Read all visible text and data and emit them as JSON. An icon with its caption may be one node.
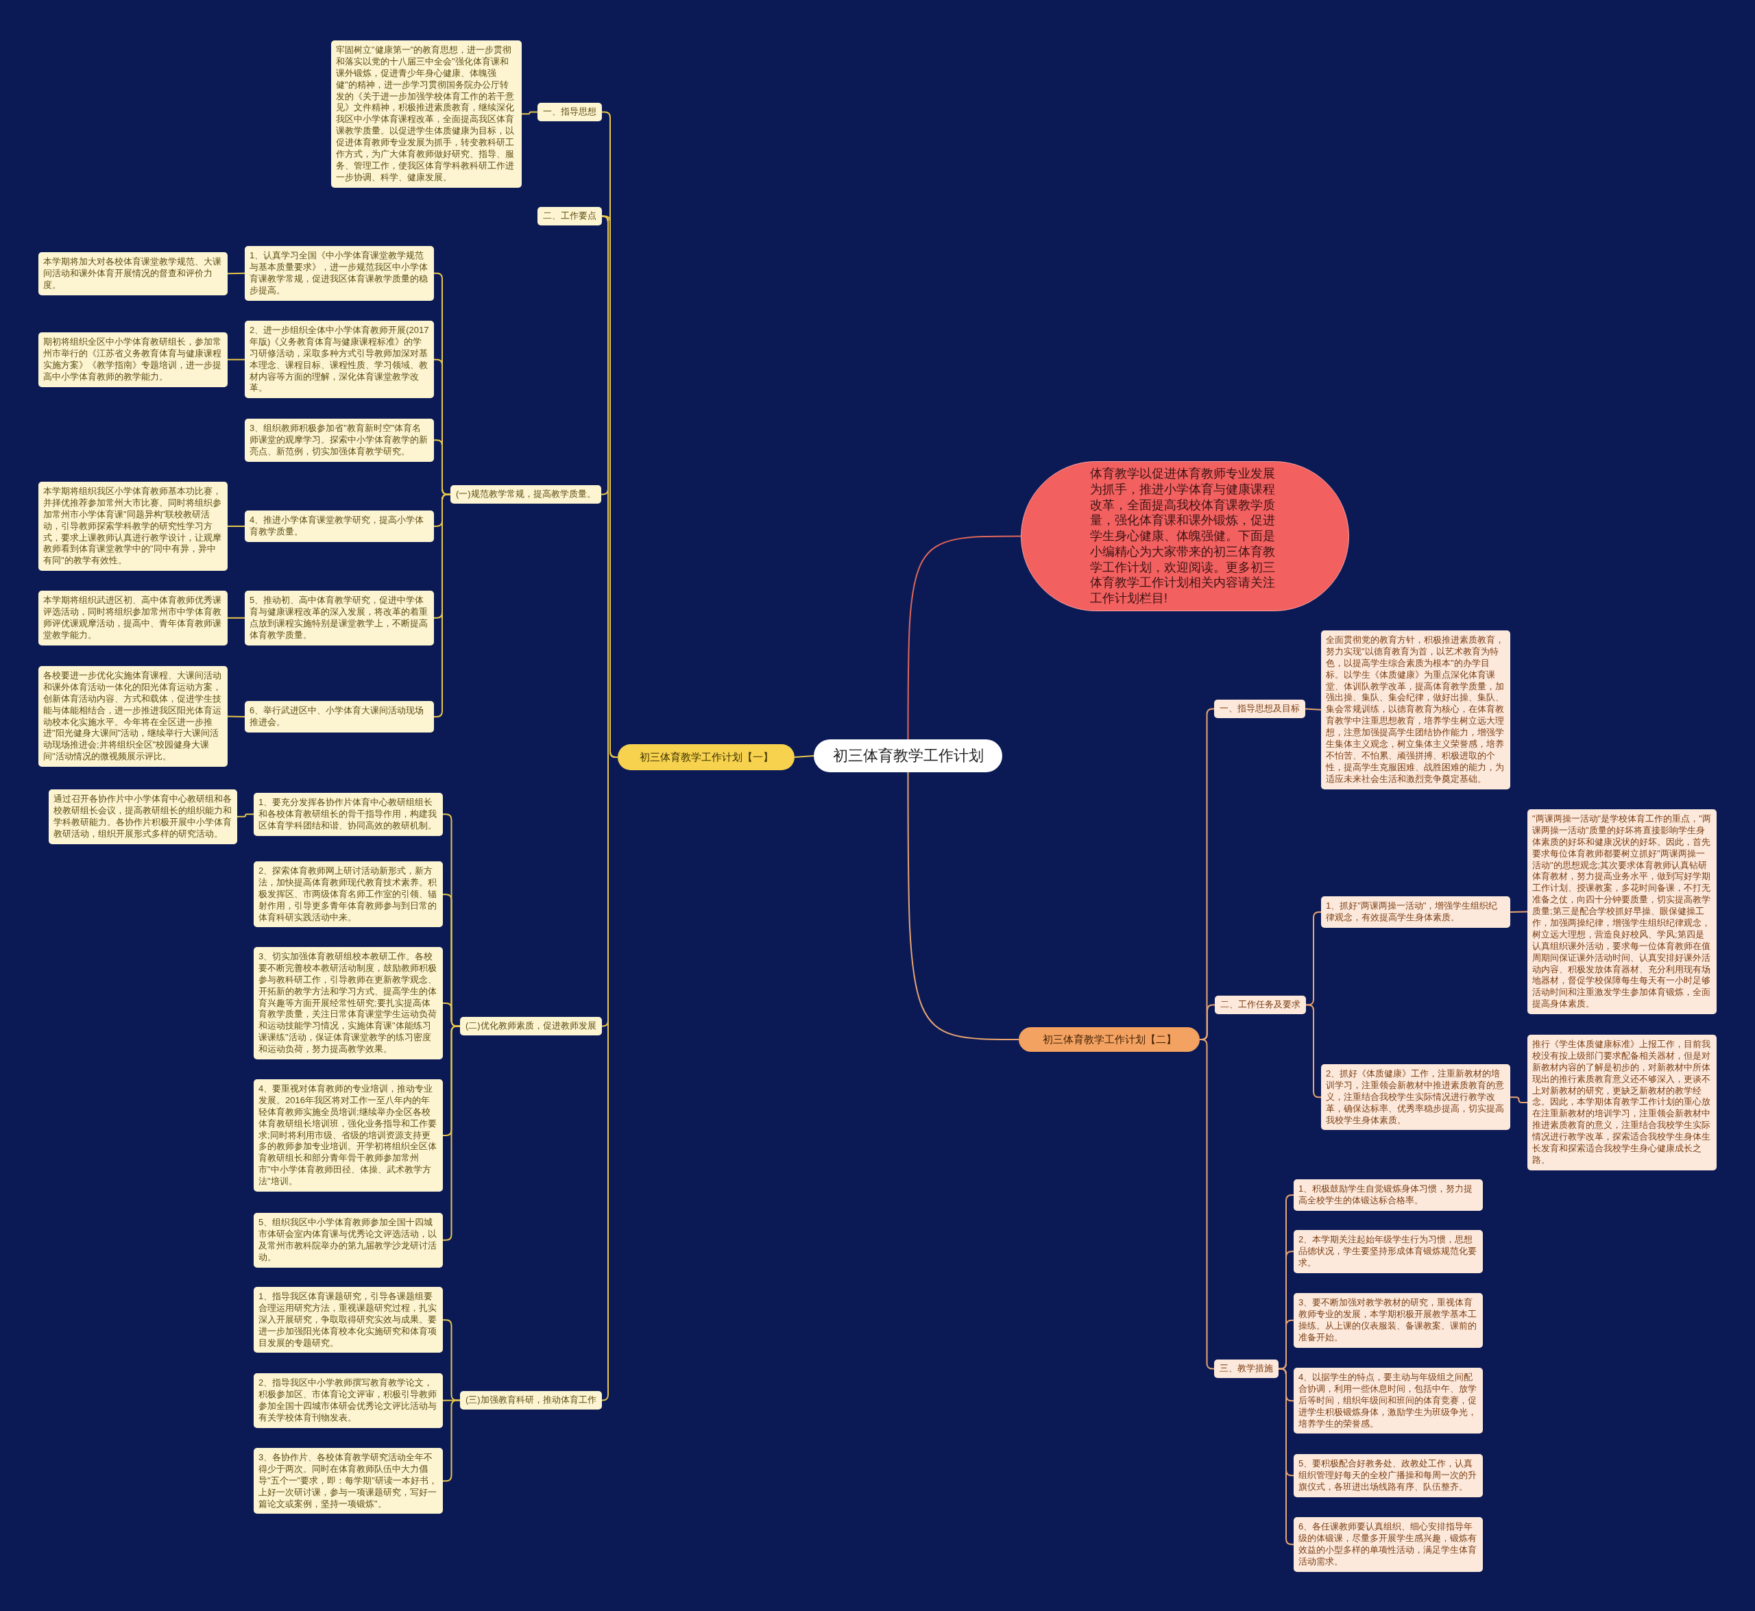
{
  "diagram": {
    "nodes": [
      {
        "text": [
          "初三体育教学工作计划"
        ]
      },
      {
        "text": [
          "体育教学以促进体育教师专业发展为抓手，推进小学体育与健康课程改革，全面提高我校体育课教学质量，强化体育课和课外锻炼，促进学生身心健康、体魄强健。下面是小编精心为大家带来的初三体育教学工作计划，欢迎阅读。更多初三体育教学工作计划相关内容请关注工作计划栏目!"
        ]
      },
      {
        "text": [
          "初三体育教学工作计划【一】"
        ]
      },
      {
        "text": [
          "一、指导思想"
        ]
      },
      {
        "text": [
          "牢固树立\"健康第一\"的教育思想，进一步贯彻和落实以党的十八届三中全会\"强化体育课和课外锻炼，促进青少年身心健康、体魄强健\"的精神，进一步学习贯彻国务院办公厅转发的《关于进一步加强学校体育工作的若干意见》文件精神，积极推进素质教育，继续深化我区中小学体育课程改革，全面提高我区体育课教学质量。以促进学生体质健康为目标，以促进体育教师专业发展为抓手，转变教科研工作方式，为广大体育教师做好研究、指导、服务、管理工作，使我区体育学科教科研工作进一步协调、科学、健康发展。"
        ]
      },
      {
        "text": [
          "二、工作要点"
        ]
      },
      {
        "text": [
          "(一)规范教学常规，提高教学质量。"
        ]
      },
      {
        "text": [
          "1、认真学习全国《中小学体育课堂教学规范与基本质量要求》，进一步规范我区中小学体育课教学常规，促进我区体育课教学质量的稳步提高。"
        ]
      },
      {
        "text": [
          "本学期将加大对各校体育课堂教学规范、大课间活动和课外体育开展情况的督查和评价力度。"
        ]
      },
      {
        "text": [
          "2、进一步组织全体中小学体育教师开展(2017年版)《义务教育体育与健康课程标准》的学习研修活动，采取多种方式引导教师加深对基本理念、课程目标、课程性质、学习领域、教材内容等方面的理解，深化体育课堂教学改革。"
        ]
      },
      {
        "text": [
          "期初将组织全区中小学体育教研组长，参加常州市举行的《江苏省义务教育体育与健康课程实施方案》《教学指南》专题培训，进一步提高中小学体育教师的教学能力。"
        ]
      },
      {
        "text": [
          "3、组织教师积极参加省\"教育新时空\"体育名师课堂的观摩学习。探索中小学体育教学的新亮点、新范例，切实加强体育教学研究。"
        ]
      },
      {
        "text": [
          "4、推进小学体育课堂教学研究，提高小学体育教学质量。"
        ]
      },
      {
        "text": [
          "本学期将组织我区小学体育教师基本功比赛，并择优推荐参加常州大市比赛。同时将组织参加常州市小学体育课\"同题异构\"联校教研活动，引导教师探索学科教学的研究性学习方式，要求上课教师认真进行教学设计，让观摩教师看到体育课堂教学中的\"同中有异，异中有同\"的教学有效性。"
        ]
      },
      {
        "text": [
          "5、推动初、高中体育教学研究，促进中学体育与健康课程改革的深入发展，将改革的着重点放到课程实施特别是课堂教学上，不断提高体育教学质量。"
        ]
      },
      {
        "text": [
          "本学期将组织武进区初、高中体育教师优秀课评选活动，同时将组织参加常州市中学体育教师评优课观摩活动，提高中、青年体育教师课堂教学能力。"
        ]
      },
      {
        "text": [
          "6、举行武进区中、小学体育大课间活动现场推进会。"
        ]
      },
      {
        "text": [
          "各校要进一步优化实施体育课程、大课间活动和课外体育活动一体化的阳光体育运动方案，创新体育活动内容、方式和载体，促进学生技能与体能相结合，进一步推进我区阳光体育运动校本化实施水平。今年将在全区进一步推进\"阳光健身大课间\"活动，继续举行大课间活动现场推进会;并将组织全区\"校园健身大课间\"活动情况的微视频展示评比。"
        ]
      },
      {
        "text": [
          "(二)优化教师素质，促进教师发展"
        ]
      },
      {
        "text": [
          "1、要充分发挥各协作片体育中心教研组组长和各校体育教研组长的骨干指导作用，构建我区体育学科团结和谐、协同高效的教研机制。"
        ]
      },
      {
        "text": [
          "通过召开各协作片中小学体育中心教研组和各校教研组长会议，提高教研组长的组织能力和学科教研能力。各协作片积极开展中小学体育教研活动，组织开展形式多样的研究活动。"
        ]
      },
      {
        "text": [
          "2、探索体育教师网上研讨活动新形式，新方法，加快提高体育教师现代教育技术素养。积极发挥区、市两级体育名师工作室的引领、辐射作用，引导更多青年体育教师参与到日常的体育科研实践活动中来。"
        ]
      },
      {
        "text": [
          "3、切实加强体育教研组校本教研工作。各校要不断完善校本教研活动制度，鼓励教师积极参与教科研工作，引导教师在更新教学观念、开拓新的教学方法和学习方式、提高学生的体育兴趣等方面开展经常性研究;要扎实提高体育教学质量，关注日常体育课堂学生运动负荷和运动技能学习情况，实施体育课\"体能练习课课练\"活动，保证体育课堂教学的练习密度和运动负荷，努力提高教学效果。"
        ]
      },
      {
        "text": [
          "4、要重视对体育教师的专业培训，推动专业发展。2016年我区将对工作一至八年内的年轻体育教师实施全员培训;继续举办全区各校体育教研组长培训班，强化业务指导和工作要求;同时将利用市级、省级的培训资源支持更多的教师参加专业培训。开学初将组织全区体育教研组长和部分青年骨干教师参加常州市\"中小学体育教师田径、体操、武术教学方法\"培训。"
        ]
      },
      {
        "text": [
          "5、组织我区中小学体育教师参加全国十四城市体研会室内体育课与优秀论文评选活动，以及常州市教科院举办的第九届教学沙龙研讨活动。"
        ]
      },
      {
        "text": [
          "(三)加强教育科研，推动体育工作"
        ]
      },
      {
        "text": [
          "1、指导我区体育课题研究，引导各课题组要合理运用研究方法，重视课题研究过程，扎实深入开展研究，争取取得研究实效与成果。要进一步加强阳光体育校本化实施研究和体育项目发展的专题研究。"
        ]
      },
      {
        "text": [
          "2、指导我区中小学教师撰写教育教学论文，积极参加区、市体育论文评审，积极引导教师参加全国十四城市体研会优秀论文评比活动与有关学校体育刊物发表。"
        ]
      },
      {
        "text": [
          "3、各协作片、各校体育教学研究活动全年不得少于两次。同时在体育教师队伍中大力倡导\"五个一\"要求，即：每学期\"研读一本好书，上好一次研讨课，参与一项课题研究，写好一篇论文或案例，坚持一项锻炼\"。"
        ]
      },
      {
        "text": [
          "初三体育教学工作计划【二】"
        ]
      },
      {
        "text": [
          "一、指导思想及目标"
        ]
      },
      {
        "text": [
          "全面贯彻党的教育方针，积极推进素质教育，努力实现\"以德育教育为首，以艺术教育为特色，以提高学生综合素质为根本\"的办学目标。以学生《体质健康》为重点深化体育课堂、体训队教学改革，提高体育教学质量，加强出操、集队、集会纪律，做好出操、集队、集会常规训练，以德育教育为核心，在体育教育教学中注重思想教育，培养学生树立远大理想，注意加强提高学生团结协作能力，增强学生集体主义观念，树立集体主义荣誉感，培养不怕苦、不怕累、顽强拼搏、积极进取的个性，提高学生克服困难、战胜困难的能力，为适应未来社会生活和激烈竞争奠定基础。"
        ]
      },
      {
        "text": [
          "二、工作任务及要求"
        ]
      },
      {
        "text": [
          "1、抓好\"两课两操一活动\"，增强学生组织纪律观念，有效提高学生身体素质。"
        ]
      },
      {
        "text": [
          "\"两课两操一活动\"是学校体育工作的重点，\"两课两操一活动\"质量的好坏将直接影响学生身体素质的好坏和健康况状的好坏。因此，首先要求每位体育教师都要树立抓好\"两课两操一活动\"的思想观念;其次要求体育教师认真钻研体育教材，努力提高业务水平，做到写好学期工作计划、授课教案，多花时间备课，不打无准备之仗，向四十分钟要质量，切实提高教学质量;第三是配合学校抓好早操、眼保健操工作，加强两操纪律，增强学生组织纪律观念，树立远大理想，营造良好校风、学风;第四是认真组织课外活动，要求每一位体育教师在值周期间保证课外活动时间、认真安排好课外活动内容、积极发放体育器材、充分利用现有场地器材，督促学校保障每生每天有一小时足够活动时间和注重激发学生参加体育锻炼，全面提高身体素质。"
        ]
      },
      {
        "text": [
          "2、抓好《体质健康》工作，注重新教材的培训学习，注重领会新教材中推进素质教育的意义，注重结合我校学生实际情况进行教学改革，确保达标率、优秀率稳步提高，切实提高我校学生身体素质。"
        ]
      },
      {
        "text": [
          "推行《学生体质健康标准》上报工作，目前我校没有按上级部门要求配备相关器材，但是对新教材内容的了解是初步的，对新教材中所体现出的推行素质教育意义还不够深入，更谈不上对新教材的研究，更缺乏新教材的教学经念。因此，本学期体育教学工作计划的重心放在注重新教材的培训学习，注重领会新教材中推进素质教育的意义，注重结合我校学生实际情况进行教学改革，探索适合我校学生身体生长发育和探索适合我校学生身心健康成长之路。"
        ]
      },
      {
        "text": [
          "三、教学措施"
        ]
      },
      {
        "text": [
          "1、积极鼓励学生自觉锻炼身体习惯，努力提高全校学生的体锻达标合格率。"
        ]
      },
      {
        "text": [
          "2、本学期关注起始年级学生行为习惯，思想品德状况，学生要坚持形成体育锻炼规范化要求。"
        ]
      },
      {
        "text": [
          "3、要不断加强对教学教材的研究，重视体育教师专业的发展，本学期积极开展教学基本工操练。从上课的仪表服装、备课教案、课前的准备开始。"
        ]
      },
      {
        "text": [
          "4、以据学生的特点，要主动与年级组之间配合协调，利用一些休息时间，包括中午、放学后等时间，组织年级间和班间的体育竞赛，促进学生积极锻炼身体，激励学生为班级争光，培养学生的荣誉感。"
        ]
      },
      {
        "text": [
          "5、要积极配合好教务处、政教处工作，认真组织管理好每天的全校广播操和每周一次的升旗仪式，各班进出场线路有序、队伍整齐。"
        ]
      },
      {
        "text": [
          "6、各任课教师要认真组织、细心安排指导年级的体锻课，尽量多开展学生感兴趣，锻炼有效益的小型多样的单项性活动，满足学生体育活动需求。"
        ]
      }
    ],
    "edges": [
      {
        "from": 0,
        "to": 1,
        "arrow": "none",
        "color": "#e0675a"
      },
      {
        "from": 0,
        "to": 2,
        "arrow": "none"
      },
      {
        "from": 0,
        "to": 29,
        "arrow": "none",
        "color": "#e8a572"
      },
      {
        "from": 2,
        "to": 3,
        "arrow": "none"
      },
      {
        "from": 3,
        "to": 4,
        "arrow": "none"
      },
      {
        "from": 2,
        "to": 5,
        "arrow": "none"
      },
      {
        "from": 5,
        "to": 6,
        "arrow": "none"
      },
      {
        "from": 5,
        "to": 18,
        "arrow": "none"
      },
      {
        "from": 5,
        "to": 25,
        "arrow": "none"
      },
      {
        "from": 6,
        "to": 7,
        "arrow": "none"
      },
      {
        "from": 6,
        "to": 9,
        "arrow": "none"
      },
      {
        "from": 6,
        "to": 11,
        "arrow": "none"
      },
      {
        "from": 6,
        "to": 12,
        "arrow": "none"
      },
      {
        "from": 6,
        "to": 14,
        "arrow": "none"
      },
      {
        "from": 6,
        "to": 16,
        "arrow": "none"
      },
      {
        "from": 7,
        "to": 8,
        "arrow": "none"
      },
      {
        "from": 9,
        "to": 10,
        "arrow": "none"
      },
      {
        "from": 12,
        "to": 13,
        "arrow": "none"
      },
      {
        "from": 14,
        "to": 15,
        "arrow": "none"
      },
      {
        "from": 16,
        "to": 17,
        "arrow": "none"
      },
      {
        "from": 18,
        "to": 19,
        "arrow": "none"
      },
      {
        "from": 18,
        "to": 21,
        "arrow": "none"
      },
      {
        "from": 18,
        "to": 22,
        "arrow": "none"
      },
      {
        "from": 18,
        "to": 23,
        "arrow": "none"
      },
      {
        "from": 18,
        "to": 24,
        "arrow": "none"
      },
      {
        "from": 19,
        "to": 20,
        "arrow": "none"
      },
      {
        "from": 25,
        "to": 26,
        "arrow": "none"
      },
      {
        "from": 25,
        "to": 27,
        "arrow": "none"
      },
      {
        "from": 25,
        "to": 28,
        "arrow": "none"
      },
      {
        "from": 29,
        "to": 30,
        "arrow": "none",
        "color": "#e8a572"
      },
      {
        "from": 30,
        "to": 31,
        "arrow": "none",
        "color": "#e8a572"
      },
      {
        "from": 29,
        "to": 32,
        "arrow": "none",
        "color": "#e8a572"
      },
      {
        "from": 32,
        "to": 33,
        "arrow": "none",
        "color": "#e8a572"
      },
      {
        "from": 33,
        "to": 34,
        "arrow": "none",
        "color": "#e8a572"
      },
      {
        "from": 32,
        "to": 35,
        "arrow": "none",
        "color": "#e8a572"
      },
      {
        "from": 35,
        "to": 36,
        "arrow": "none",
        "color": "#e8a572"
      },
      {
        "from": 29,
        "to": 37,
        "arrow": "none",
        "color": "#e8a572"
      },
      {
        "from": 37,
        "to": 38,
        "arrow": "none",
        "color": "#e8a572"
      },
      {
        "from": 37,
        "to": 39,
        "arrow": "none",
        "color": "#e8a572"
      },
      {
        "from": 37,
        "to": 40,
        "arrow": "none",
        "color": "#e8a572"
      },
      {
        "from": 37,
        "to": 41,
        "arrow": "none",
        "color": "#e8a572"
      },
      {
        "from": 37,
        "to": 42,
        "arrow": "none",
        "color": "#e8a572"
      },
      {
        "from": 37,
        "to": 43,
        "arrow": "none",
        "color": "#e8a572"
      }
    ]
  }
}
